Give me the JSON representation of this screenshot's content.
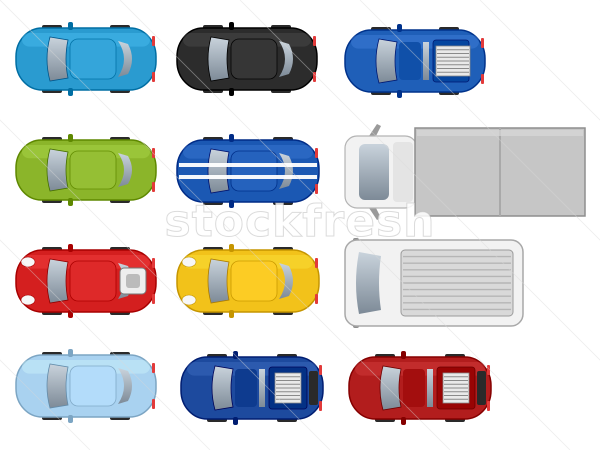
{
  "watermark": {
    "text": "stockfresh"
  },
  "vehicles": [
    {
      "name": "car-teal-coupe",
      "color": "#2a9bd0",
      "style": "coupe"
    },
    {
      "name": "car-black-sedan",
      "color": "#2c2c2c",
      "style": "sedan"
    },
    {
      "name": "car-blue-pickup",
      "color": "#1f5fb8",
      "style": "pickup"
    },
    {
      "name": "car-green-coupe",
      "color": "#8bb52a",
      "style": "coupe"
    },
    {
      "name": "car-blue-striped",
      "color": "#1b58b3",
      "style": "striped"
    },
    {
      "name": "car-red-sport",
      "color": "#d41f1f",
      "style": "sport"
    },
    {
      "name": "car-yellow-sport",
      "color": "#f2c21a",
      "style": "sport-plain"
    },
    {
      "name": "car-lightblue-coupe",
      "color": "#a9d2f0",
      "style": "coupe"
    },
    {
      "name": "car-navy-jeep",
      "color": "#1d4a9e",
      "style": "jeep"
    },
    {
      "name": "car-darkred-jeep",
      "color": "#b21d1d",
      "style": "jeep"
    },
    {
      "name": "truck-white-box",
      "color": "#f2f2f2",
      "cargo": "#c6c6c6",
      "style": "box-truck"
    },
    {
      "name": "van-white-ribbed",
      "color": "#f2f2f2",
      "cargo": "#d9d9d9",
      "style": "ribbed-van"
    }
  ]
}
